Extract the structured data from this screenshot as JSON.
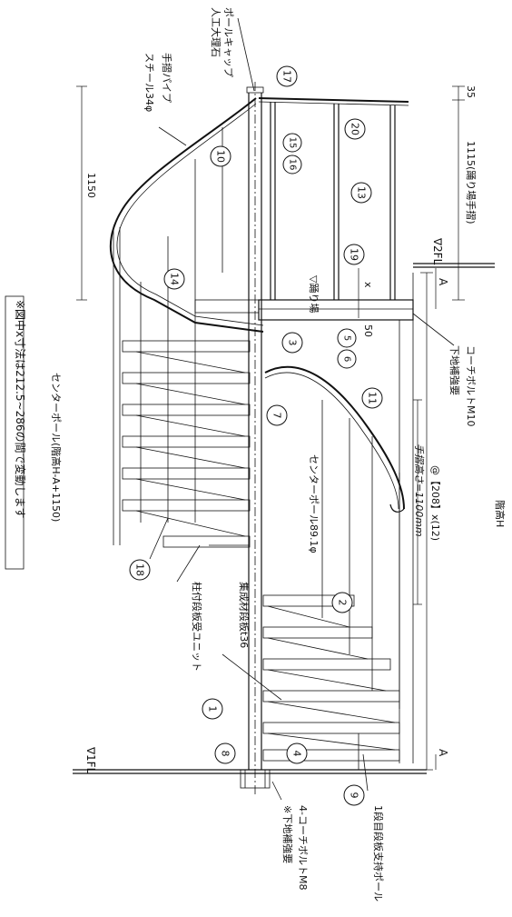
{
  "labels": {
    "pole_cap": "ポールキャップ",
    "artificial_marble": "人工大理石",
    "handrail_pipe": "手摺パイプ",
    "steel_34": "スチール34φ",
    "dim_35": "35",
    "dim_1115": "1115(踊り場手摺)",
    "level_2fl": "∇2FL",
    "dim_1150": "1150",
    "landing": "▽踊り場",
    "x_mark": "x",
    "dim_50": "50",
    "coach_bolt_m10": "コーチボルトM10",
    "reinforce_top": "下地補強要",
    "floor_height": "階高H",
    "note": "※図中x寸法は212.5~286の間で変動します",
    "center_pole_formula": "センターポール(階高H-A+1150)",
    "center_pole_size": "センターポール89.1φ",
    "tread_pitch": "@【208】x(12)",
    "handrail_height": "手摺高さ=1100mm",
    "laminated_tread": "集成材段板t36",
    "tread_unit": "柱付段板受ユニット",
    "level_1fl": "∇1FL",
    "coach_bolt_m8": "4-コーチボルトM8",
    "reinforce_bottom": "※下地補強要",
    "first_step_pole": "1段目段板支持ポール",
    "section_a_top": "A",
    "section_a_bottom": "A"
  },
  "callouts": [
    "17",
    "20",
    "15",
    "16",
    "10",
    "13",
    "19",
    "14",
    "3",
    "5",
    "6",
    "7",
    "11",
    "18",
    "2",
    "1",
    "4",
    "8",
    "9"
  ]
}
